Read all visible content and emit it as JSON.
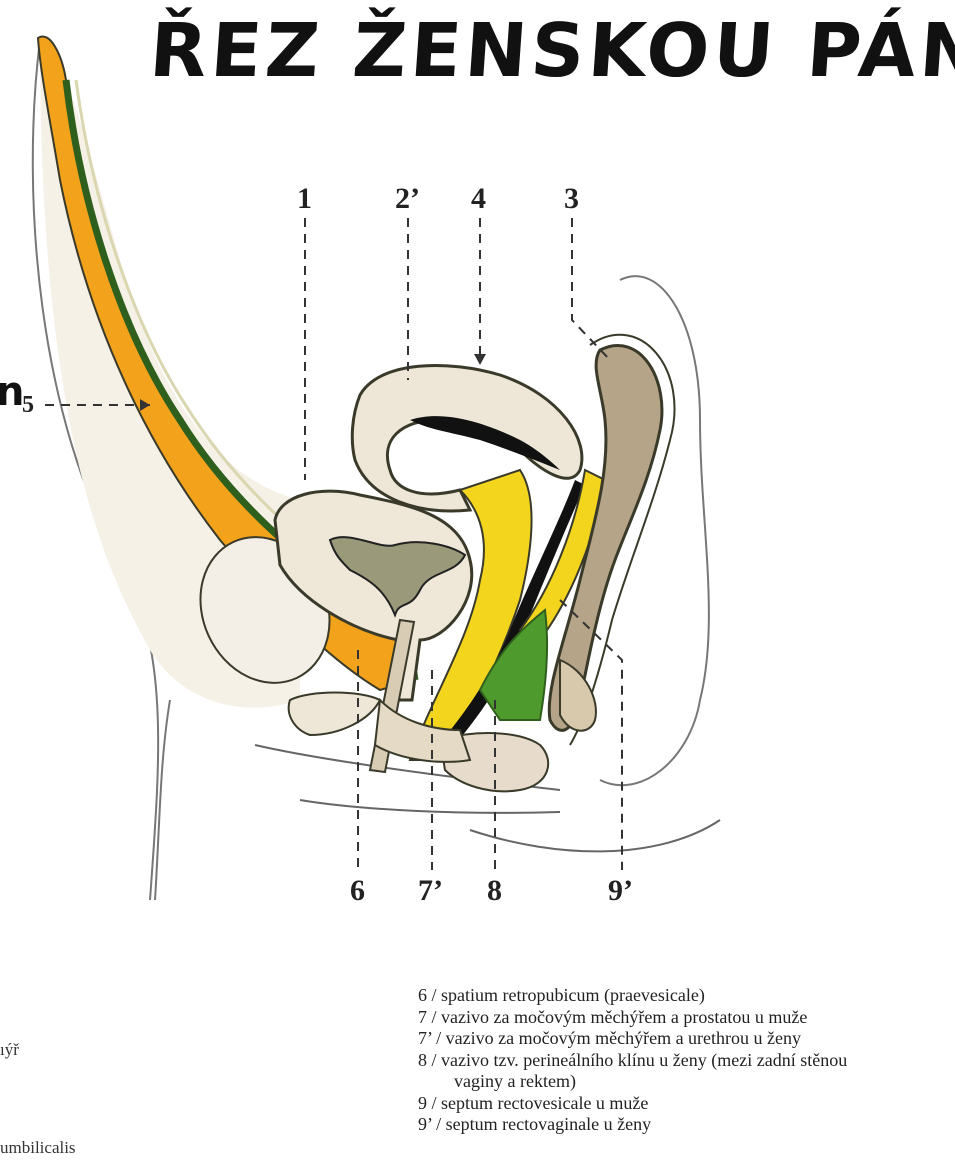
{
  "title": "ŘEZ ŽENSKOU PÁNVÍ",
  "labels": {
    "l1": "1",
    "l2p": "2’",
    "l4": "4",
    "l3": "3",
    "l5": "5",
    "l6": "6",
    "l7p": "7’",
    "l8": "8",
    "l9p": "9’",
    "cut_letter": "n"
  },
  "left_fragments": {
    "a": "ıýř",
    "b": "umbilicalis"
  },
  "legend": [
    {
      "text": "6 / spatium retropubicum (praevesicale)"
    },
    {
      "text": "7 / vazivo za močovým měchýřem a prostatou u muže"
    },
    {
      "text": "7’ / vazivo za močovým měchýřem a urethrou u ženy"
    },
    {
      "text": "8 / vazivo tzv. perineálního klínu u ženy (mezi zadní stěnou"
    },
    {
      "text": "vaginy a rektem)"
    },
    {
      "text": "9 / septum rectovesicale u muže"
    },
    {
      "text": "9’ / septum rectovaginale u ženy"
    }
  ],
  "colors": {
    "orange": "#f3a21b",
    "yellow": "#f4d51e",
    "green": "#4f9a2c",
    "dark_green": "#2f5f1c",
    "tissue": "#f2ece2",
    "organ": "#e7dccb",
    "outline": "#3a3a2a",
    "brown": "#b5a488"
  }
}
